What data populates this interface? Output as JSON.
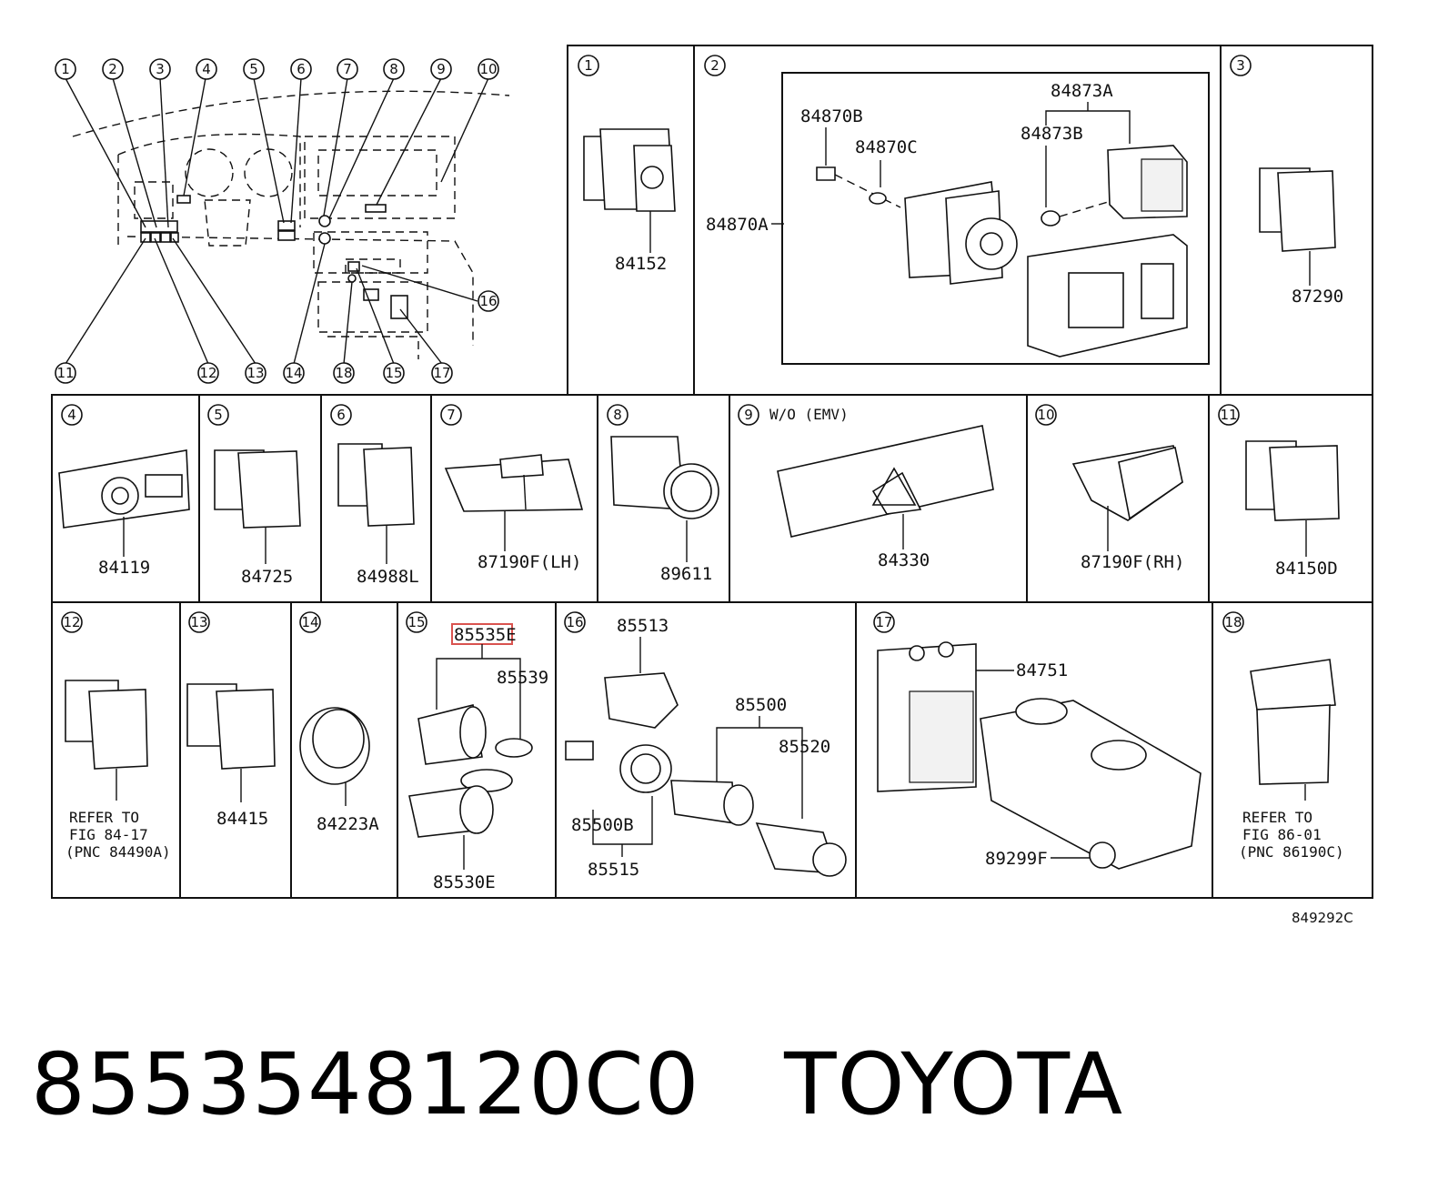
{
  "diagram": {
    "figure_code": "849292C",
    "overview_callouts": [
      "1",
      "2",
      "3",
      "4",
      "5",
      "6",
      "7",
      "8",
      "9",
      "10",
      "11",
      "12",
      "13",
      "14",
      "15",
      "16",
      "17",
      "18"
    ],
    "cells": [
      {
        "n": "1",
        "parts": [
          "84152"
        ]
      },
      {
        "n": "2",
        "parts": [
          "84873A",
          "84870B",
          "84870C",
          "84873B",
          "84870A"
        ]
      },
      {
        "n": "3",
        "parts": [
          "87290"
        ]
      },
      {
        "n": "4",
        "parts": [
          "84119"
        ]
      },
      {
        "n": "5",
        "parts": [
          "84725"
        ]
      },
      {
        "n": "6",
        "parts": [
          "84988L"
        ]
      },
      {
        "n": "7",
        "parts": [
          "87190F(LH)"
        ]
      },
      {
        "n": "8",
        "parts": [
          "89611"
        ]
      },
      {
        "n": "9",
        "note": "W/O (EMV)",
        "parts": [
          "84330"
        ]
      },
      {
        "n": "10",
        "parts": [
          "87190F(RH)"
        ]
      },
      {
        "n": "11",
        "parts": [
          "84150D"
        ]
      },
      {
        "n": "12",
        "refer": [
          "REFER TO",
          "FIG 84-17",
          "(PNC 84490A)"
        ]
      },
      {
        "n": "13",
        "parts": [
          "84415"
        ]
      },
      {
        "n": "14",
        "parts": [
          "84223A"
        ]
      },
      {
        "n": "15",
        "parts": [
          "85535E",
          "85539",
          "85530E"
        ],
        "highlight": "85535E"
      },
      {
        "n": "16",
        "parts": [
          "85513",
          "85500",
          "85520",
          "85500B",
          "85515"
        ]
      },
      {
        "n": "17",
        "parts": [
          "84751",
          "89299F"
        ]
      },
      {
        "n": "18",
        "refer": [
          "REFER TO",
          "FIG 86-01",
          "(PNC 86190C)"
        ]
      }
    ],
    "highlight_color": "#d9534f"
  },
  "footer": {
    "part_number": "8553548120C0",
    "brand": "TOYOTA"
  }
}
